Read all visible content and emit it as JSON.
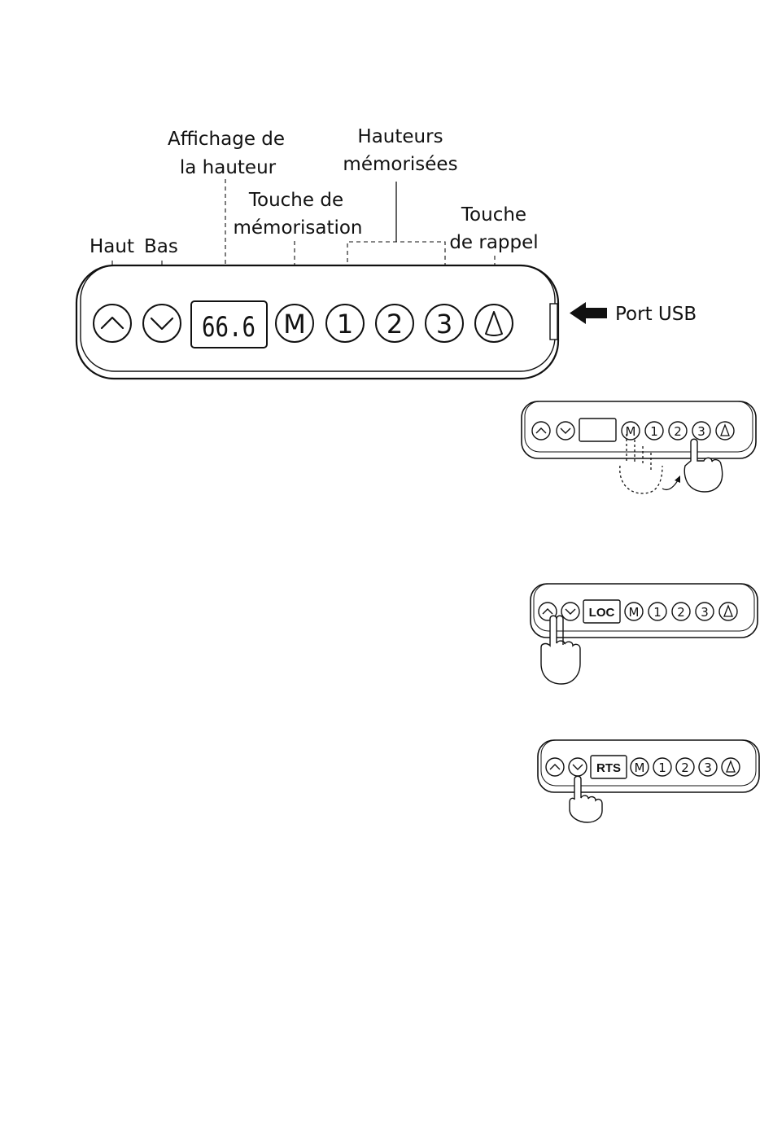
{
  "labels": {
    "up": "Haut",
    "down": "Bas",
    "display_line1": "Affichage de",
    "display_line2": "la hauteur",
    "memory_line1": "Touche de",
    "memory_line2": "mémorisation",
    "presets_line1": "Hauteurs",
    "presets_line2": "mémorisées",
    "recall_line1": "Touche",
    "recall_line2": "de rappel",
    "usb": "Port USB"
  },
  "main_panel": {
    "display_value": "66.6",
    "memory_key": "M",
    "preset_1": "1",
    "preset_2": "2",
    "preset_3": "3"
  },
  "small_panel_memory": {
    "memory_key": "M",
    "preset_1": "1",
    "preset_2": "2",
    "preset_3": "3"
  },
  "small_panel_lock": {
    "display_text": "LOC",
    "memory_key": "M",
    "preset_1": "1",
    "preset_2": "2",
    "preset_3": "3"
  },
  "small_panel_reset": {
    "display_text": "RTS",
    "memory_key": "M",
    "preset_1": "1",
    "preset_2": "2",
    "preset_3": "3"
  },
  "icons": [
    "up-arrow-icon",
    "down-arrow-icon",
    "recall-triangle-icon",
    "usb-arrow-icon",
    "pointing-hand-icon"
  ]
}
